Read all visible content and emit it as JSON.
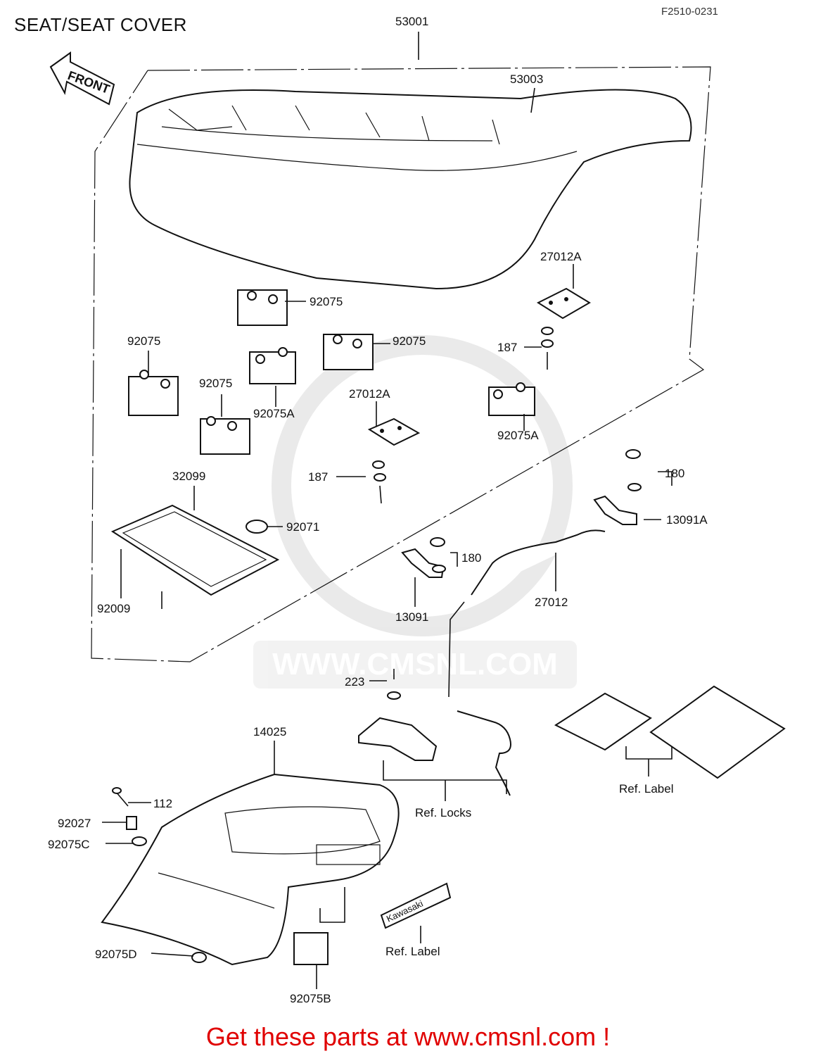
{
  "header": {
    "title": "SEAT/SEAT COVER",
    "diagram_code": "F2510-0231"
  },
  "front_arrow_text": "FRONT",
  "watermark_text": "WWW.CMSNL.COM",
  "callouts": {
    "p53001": "53001",
    "p53003": "53003",
    "p27012A_right": "27012A",
    "p187_right": "187",
    "p92075_top": "92075",
    "p92075_mid": "92075",
    "p92075_left": "92075",
    "p92075_small": "92075",
    "p92075A_center": "92075A",
    "p27012A_center": "27012A",
    "p92075A_right": "92075A",
    "p187_center": "187",
    "p32099": "32099",
    "p92071": "92071",
    "p92009": "92009",
    "p180_right": "180",
    "p13091A": "13091A",
    "p180_center": "180",
    "p27012": "27012",
    "p13091": "13091",
    "p223": "223",
    "p14025": "14025",
    "p112": "112",
    "p92027": "92027",
    "p92075C": "92075C",
    "p92075D": "92075D",
    "p92075B": "92075B"
  },
  "ref_labels": {
    "locks": "Ref. Locks",
    "label_right": "Ref. Label",
    "label_bottom": "Ref. Label"
  },
  "emblem_text": "Kawasaki",
  "footer": {
    "cta": "Get these parts at www.cmsnl.com !"
  }
}
